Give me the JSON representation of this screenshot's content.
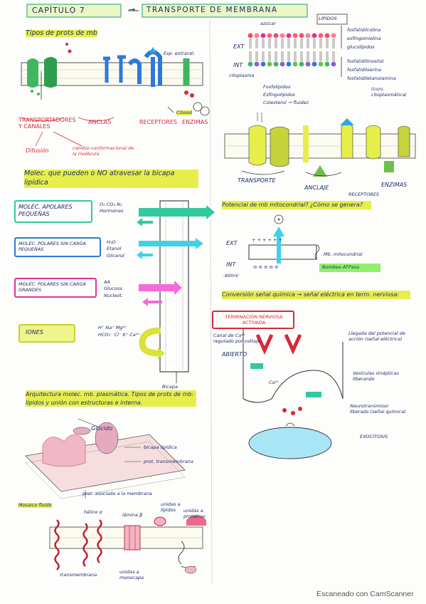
{
  "header": {
    "chapter": "CAPÍTULO 7",
    "arrow": "→",
    "topic": "TRANSPORTE DE MEMBRANA"
  },
  "left": {
    "section1": {
      "title": "Tipos de prots de mb",
      "label_esp": "Esp. extracel.",
      "label_citosol": "Citosol",
      "cats": [
        "TRANSPORTADORES Y CANALES",
        "ANCLAS",
        "RECEPTORES",
        "ENZIMAS"
      ],
      "subs": [
        "Difusión",
        "cambio conformacional de la molécula"
      ]
    },
    "section2": {
      "title": "Molec. que pueden o NO atravesar la bicapa lipídica",
      "groups": [
        {
          "label": "MOLÉC. APOLARES PEQUEÑAS",
          "items": "O₂  CO₂  N₂  Hormonas"
        },
        {
          "label": "MOLÉC. POLARES SIN CARGA PEQUEÑAS",
          "items": "H₂O  Etanol  Glicerol"
        },
        {
          "label": "MOLÉC. POLARES SIN CARGA GRANDES",
          "items": "AA  Glucosa  Nucleót."
        },
        {
          "label": "IONES",
          "items": "H⁺ Na⁺ Mg²⁺ HCO₃⁻ Cl⁻ K⁺ Ca²⁺"
        }
      ],
      "bicapa": "Bicapa lipídica"
    },
    "section3": {
      "title": "Arquitectura molec. mb. plasmática. Tipos de prots de mb: lípidos y unión con estructuras e interna.",
      "labels": [
        "Glúcido",
        "bicapa lipídica",
        "prot. transmembrana",
        "prot. asociada a la membrana"
      ],
      "mosaico": "Mosaico fluido",
      "bottom_labels": [
        "hélice α",
        "lámina β",
        "unidas a lípidos",
        "unidas a proteínas",
        "transmembrana",
        "unidas a monocapa"
      ]
    }
  },
  "right": {
    "lipids": {
      "title": "LÍPIDOS",
      "ext": "EXT",
      "int": "INT",
      "citoplasma": "citoplasma",
      "azucar": "azúcar",
      "list_right": [
        "fosfatidilcolina",
        "esfingomielina",
        "glucolípidos",
        "fosfatidilinositol",
        "fosfatidilserina",
        "fosfatidiletanolamina"
      ],
      "list_bottom": [
        "Fosfolípidos",
        "Esfingolípidos",
        "Colesterol → fluidez"
      ],
      "curv": "(curv. citoplasmática)"
    },
    "func": {
      "labels": [
        "TRANSPORTE",
        "ANCLAJE",
        "RECEPTORES",
        "ENZIMAS"
      ]
    },
    "potential": {
      "title": "Potencial de mb mitocondrial? ¿Cómo se genera?",
      "ext": "EXT",
      "int": "INT",
      "mv": "-60mV",
      "right_label": "Mb. mitocondrial",
      "box_label": "Bombeo ATPasa",
      "plus": "+ + +   + + +",
      "minus": "⊖ ⊖ ⊖ ⊖ ⊖"
    },
    "conversion": {
      "title": "Conversión señal química → señal eléctrica en term. nerviosa:",
      "box": "TERMINACIÓN NERVIOSA ACTIVADA",
      "left_label": "Canal de Ca²⁺ regulado por voltaje",
      "abierto": "ABIERTO",
      "ca": "Ca²⁺",
      "right_labels": [
        "Llegada del potencial de acción (señal eléctrica)",
        "Vesículas sinápticas liberando",
        "Neurotransmisor liberado (señal química)",
        "EXOCITOSIS"
      ]
    }
  },
  "footer": "Escaneado con CamScanner",
  "colors": {
    "highlight_yellow": "#e6ef4a",
    "highlight_cyan": "#9ff3f0",
    "red": "#d62a3a",
    "pink": "#e0309a",
    "green": "#33c9a0",
    "blue": "#2e79d8"
  }
}
